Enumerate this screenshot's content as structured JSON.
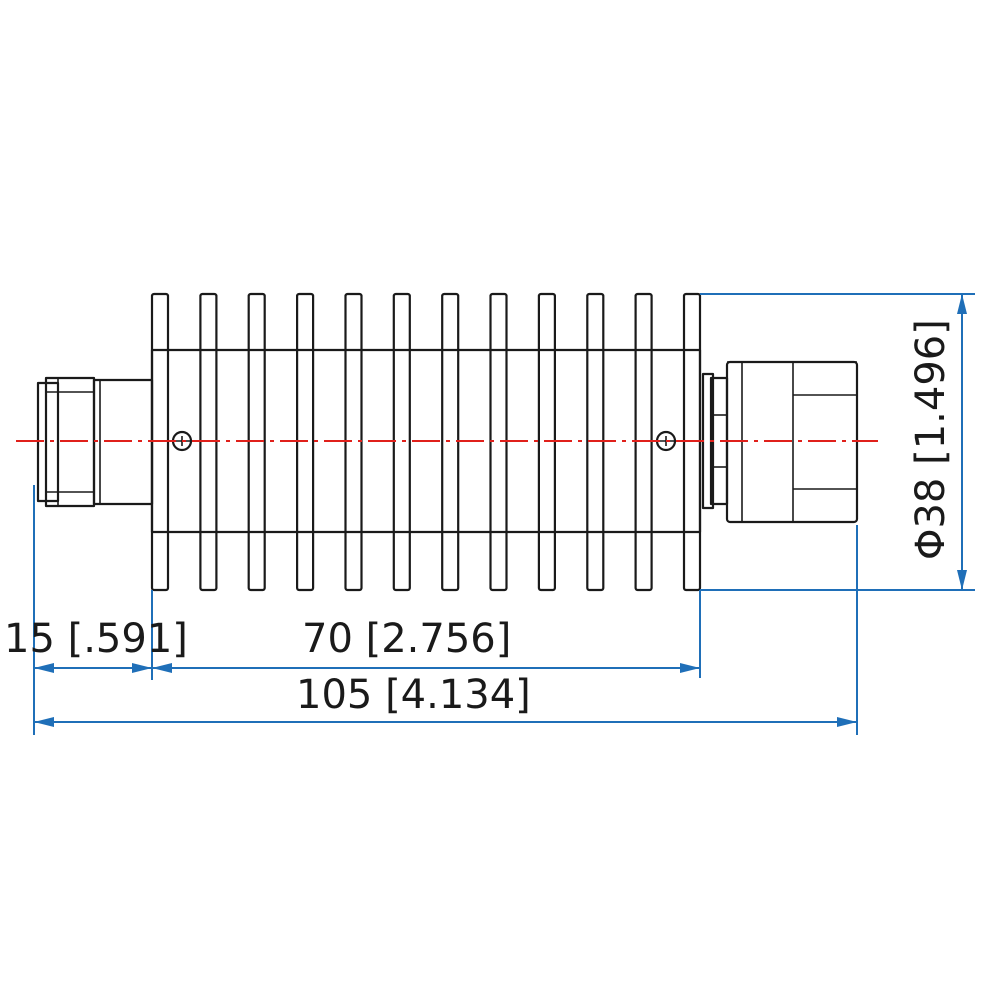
{
  "dimensions": {
    "connector_length": "15 [.591]",
    "body_length": "70 [2.756]",
    "overall_length": "105 [4.134]",
    "diameter": "Φ38 [1.496]"
  },
  "colors": {
    "outline": "#1a1a1a",
    "dimension_lines": "#1f6fb8",
    "centerline": "#e0201b"
  }
}
